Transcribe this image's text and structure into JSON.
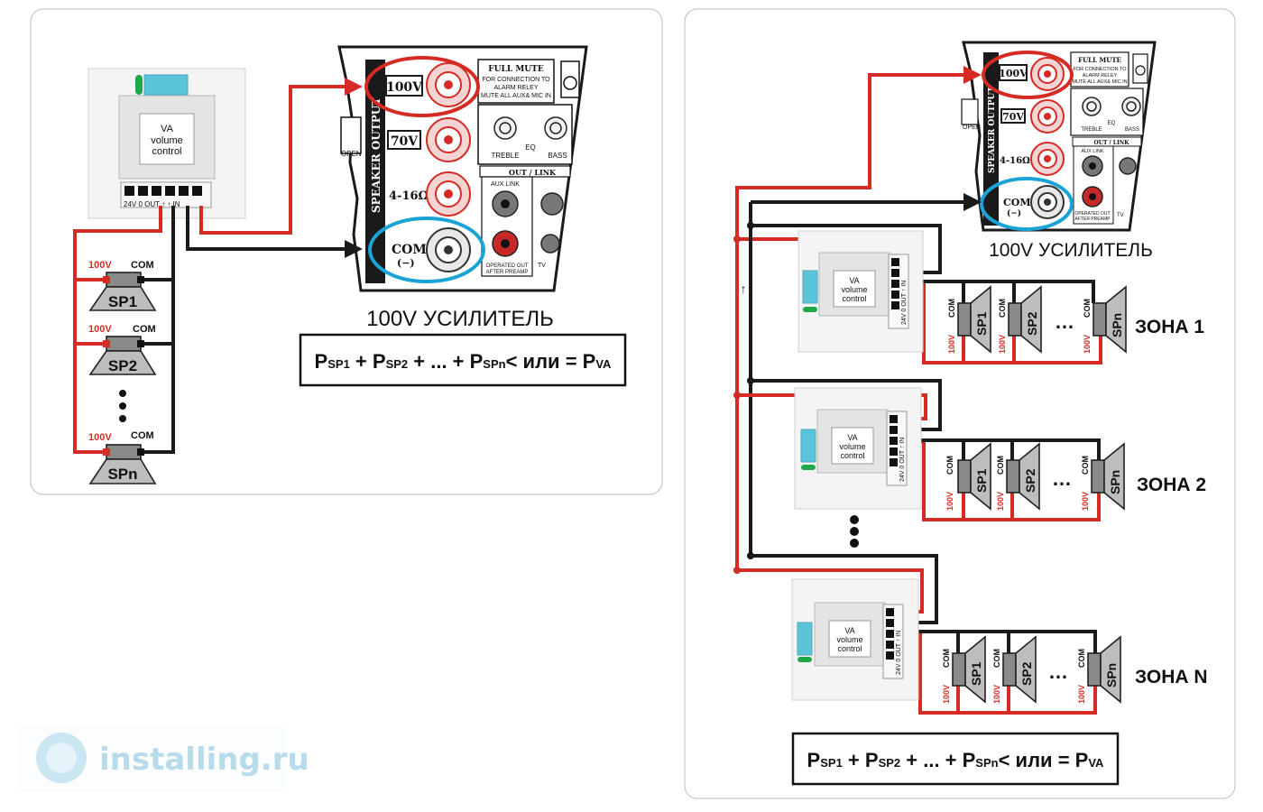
{
  "brand": {
    "watermark_text": "installing.ru",
    "accent_color": "#1aa3d4",
    "wire_red": "#d62b25",
    "wire_black": "#1a1a1a"
  },
  "amplifier": {
    "caption": "100V УСИЛИТЕЛЬ",
    "section_label": "SPEAKER OUTPUT",
    "open_label": "OPEN",
    "tap_100v": "100V",
    "tap_70v": "70V",
    "tap_4_16": "4-16Ω",
    "com_label": "COM",
    "com_sub": "(−)",
    "full_mute_title": "FULL MUTE",
    "full_mute_line1": "FOR CONNECTION TO",
    "full_mute_line2": "ALARM RELEY",
    "full_mute_line3": "MUTE ALL AUX& MIC IN",
    "treble": "TREBLE",
    "bass": "BASS",
    "eq": "EQ",
    "out_link": "OUT / LINK",
    "aux_link": "AUX LINK",
    "operated_line1": "OPERATED OUT",
    "operated_line2": "AFTER PREAMP",
    "tv": "TV"
  },
  "volume_control": {
    "line1": "VA",
    "line2": "volume",
    "line3": "control",
    "terminals": "24V  0  OUT  ↑   ↑   IN",
    "side_terminals": "24V 0 OUT  ↑  IN"
  },
  "speakers": {
    "tap_label": "100V",
    "com_label": "COM",
    "sp1": "SP1",
    "sp2": "SP2",
    "spn": "SPn",
    "ellipsis": "…"
  },
  "formula": {
    "text": "P",
    "sub1": "SP1",
    "plus1": " + P",
    "sub2": "SP2",
    "plus2": " + ... + P",
    "subn": "SPn",
    "tail": "< или = P",
    "subva": "VA"
  },
  "zones": {
    "z1": "ЗОНА 1",
    "z2": "ЗОНА 2",
    "zn": "ЗОНА N"
  },
  "arrow_up": "↑"
}
